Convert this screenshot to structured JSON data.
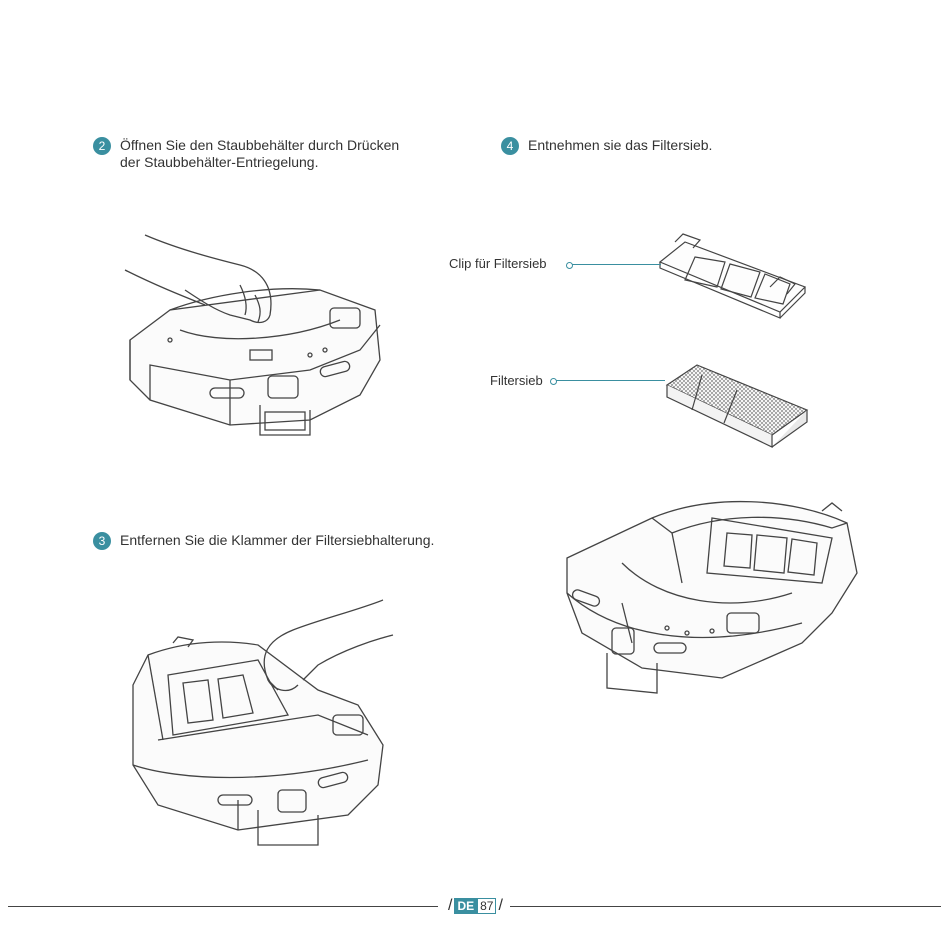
{
  "steps": {
    "s2": {
      "num": "2",
      "line1": "Öffnen Sie den Staubbehälter durch Drücken",
      "line2": "der Staubbehälter-Entriegelung."
    },
    "s4": {
      "num": "4",
      "line1": "Entnehmen sie das Filtersieb."
    },
    "s3": {
      "num": "3",
      "line1": "Entfernen Sie die Klammer der Filtersiebhalterung."
    }
  },
  "callouts": {
    "clip": "Clip für Filtersieb",
    "filter": "Filtersieb"
  },
  "footer": {
    "lang": "DE",
    "page": "87"
  },
  "colors": {
    "accent": "#3a8fa0"
  }
}
